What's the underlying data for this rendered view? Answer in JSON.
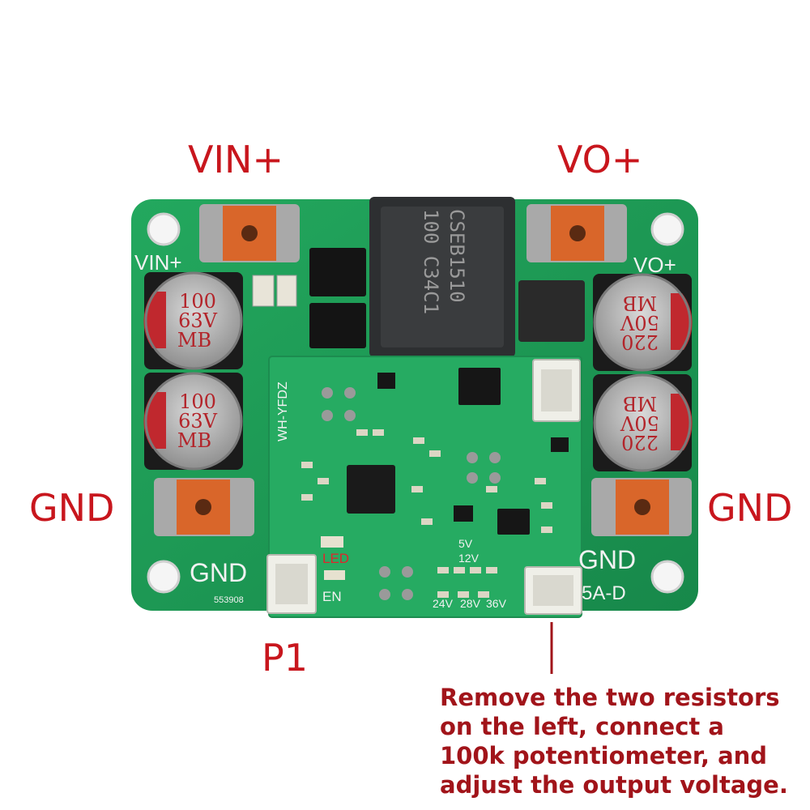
{
  "callouts": {
    "vin_plus": "VIN+",
    "vo_plus": "VO+",
    "gnd_left": "GND",
    "gnd_right": "GND",
    "p1": "P1"
  },
  "board": {
    "silk_vin": "VIN+",
    "silk_vo": "VO+",
    "silk_gnd_left": "GND",
    "silk_gnd_right": "GND",
    "silk_model": "5A-D",
    "silk_serial": "553908",
    "silk_brand": "WH-YFDZ",
    "silk_led": "LED",
    "silk_en": "EN",
    "silk_5v": "5V",
    "silk_12v": "12V",
    "silk_24v": "24V",
    "silk_28v": "28V",
    "silk_36v": "36V",
    "inductor_line1": "CSEB1510",
    "inductor_line2": "100 C34C1",
    "cap_left_1": [
      "100",
      "63V",
      "MB"
    ],
    "cap_left_2": [
      "100",
      "63V",
      "MB"
    ],
    "cap_right_1": [
      "220",
      "50V",
      "MB"
    ],
    "cap_right_2": [
      "220",
      "50V",
      "MB"
    ]
  },
  "note": {
    "lines": [
      "Remove the two resistors",
      "on the left, connect a",
      "100k potentiometer, and",
      "adjust the output voltage."
    ]
  },
  "colors": {
    "label_red": "#c8161d",
    "pcb_green": "#1f9d55",
    "cap_red": "#c0282e"
  }
}
